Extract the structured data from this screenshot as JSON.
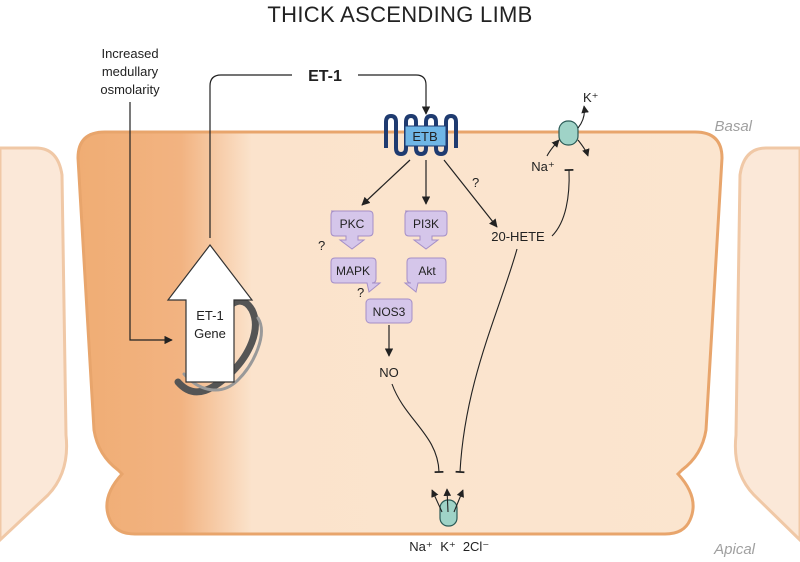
{
  "title": "THICK ASCENDING LIMB",
  "labels": {
    "stimulus_line1": "Increased",
    "stimulus_line2": "medullary",
    "stimulus_line3": "osmolarity",
    "et1": "ET-1",
    "basal": "Basal",
    "apical": "Apical",
    "etb": "ETB",
    "pkc": "PKC",
    "pi3k": "PI3K",
    "mapk": "MAPK",
    "akt": "Akt",
    "nos3": "NOS3",
    "no": "NO",
    "hete": "20-HETE",
    "gene_line1": "ET-1",
    "gene_line2": "Gene",
    "q1": "?",
    "q2": "?",
    "q3": "?",
    "k_basal": "K⁺",
    "na_basal": "Na⁺",
    "na_apical": "Na⁺",
    "k_apical": "K⁺",
    "cl_apical": "2Cl⁻"
  },
  "colors": {
    "cell_fill": "#fbe3cc",
    "cell_fill_dark": "#f0a96e",
    "cell_border": "#e8a56c",
    "box_fill": "#d5c6ea",
    "box_stroke": "#a58fc7",
    "etb_fill": "#6fb6e6",
    "channel_fill": "#9fd3c7",
    "receptor_stroke": "#1f3b70"
  }
}
